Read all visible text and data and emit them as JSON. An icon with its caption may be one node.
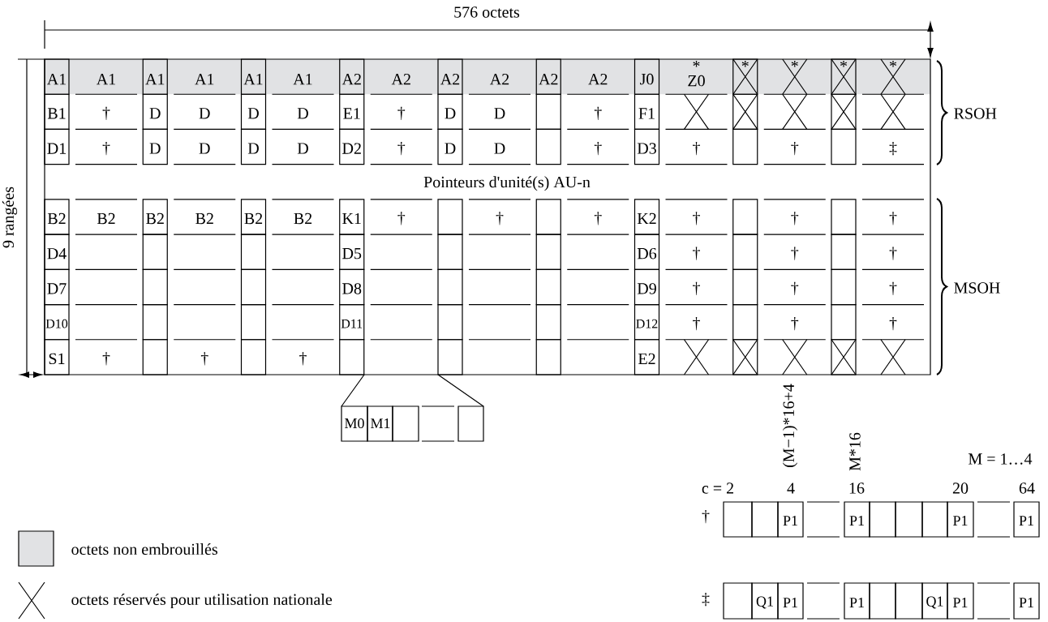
{
  "diagram": {
    "labels": [
      "A1",
      "A1",
      "A1",
      "A1",
      "A1",
      "A1",
      "A2",
      "A2",
      "A2",
      "A2",
      "A2",
      "A2",
      "J0",
      "*",
      "Z0",
      "*",
      "*",
      "*",
      "*",
      "B1",
      "†",
      "D",
      "D",
      "D",
      "D",
      "E1",
      "†",
      "D",
      "D",
      "†",
      "F1",
      "D1",
      "†",
      "D",
      "D",
      "D",
      "D",
      "D2",
      "†",
      "D",
      "D",
      "†",
      "D3",
      "†",
      "†",
      "‡",
      "Pointeurs d'unité(s) AU-n",
      "B2",
      "B2",
      "B2",
      "B2",
      "B2",
      "B2",
      "K1",
      "†",
      "†",
      "†",
      "K2",
      "†",
      "†",
      "†",
      "D4",
      "D5",
      "D6",
      "†",
      "†",
      "†",
      "D7",
      "D8",
      "D9",
      "†",
      "†",
      "†",
      "D10",
      "D11",
      "D12",
      "†",
      "†",
      "†",
      "S1",
      "†",
      "†",
      "†",
      "E2",
      "576 octets",
      "9 rangées",
      "RSOH",
      "MSOH",
      "M0",
      "M1",
      "(M−1)*16+4",
      "M*16",
      "M = 1…4",
      "c = 2",
      "4",
      "16",
      "20",
      "64",
      "†",
      "P1",
      "P1",
      "P1",
      "P1",
      "‡",
      "Q1",
      "P1",
      "P1",
      "Q1",
      "P1",
      "P1"
    ],
    "legend": [
      {
        "text": "octets non embrouillés",
        "color": "#e1e2e4"
      },
      {
        "text": "octets réservés pour utilisation nationale"
      }
    ]
  }
}
